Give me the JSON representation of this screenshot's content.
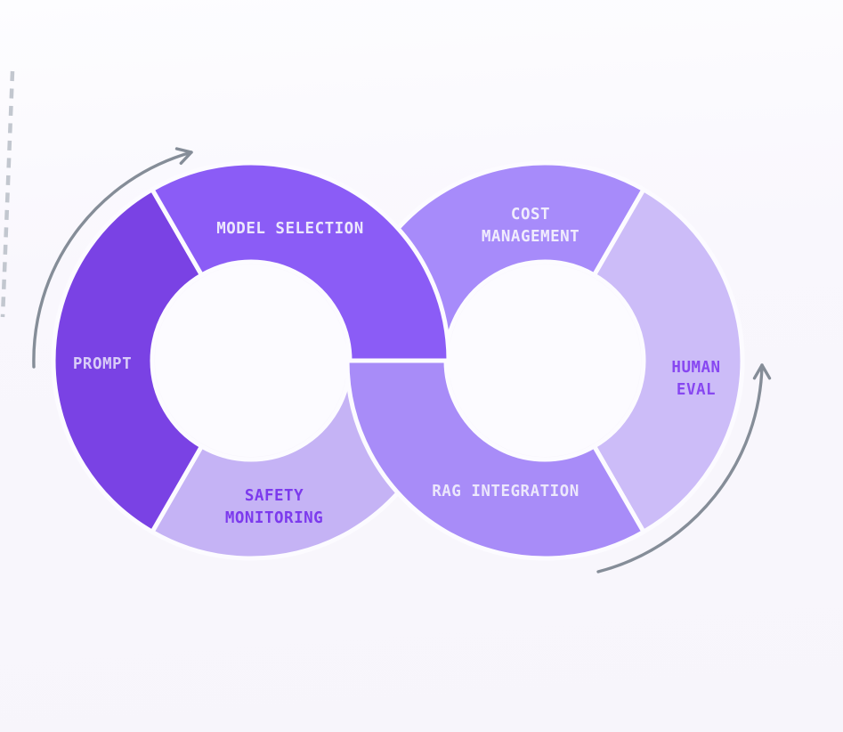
{
  "diagram": {
    "type": "infinity-loop-cycle",
    "left_loop": {
      "segments": [
        {
          "id": "prompt",
          "lines": [
            "PROMPT"
          ],
          "fill": "#7a42e4",
          "text_color": "#d9ccf8"
        },
        {
          "id": "model-selection",
          "lines": [
            "MODEL SELECTION"
          ],
          "fill": "#8b5cf6",
          "text_color": "#ece7fc"
        },
        {
          "id": "safety-monitoring",
          "lines": [
            "SAFETY",
            "MONITORING"
          ],
          "fill": "#c5b3f5",
          "text_color": "#7c3aed"
        }
      ]
    },
    "right_loop": {
      "segments": [
        {
          "id": "cost-management",
          "lines": [
            "COST",
            "MANAGEMENT"
          ],
          "fill": "#a78bfa",
          "text_color": "#f0ecfd"
        },
        {
          "id": "human-eval",
          "lines": [
            "HUMAN",
            "EVAL"
          ],
          "fill": "#ccbcf8",
          "text_color": "#8747f1"
        },
        {
          "id": "rag-integration",
          "lines": [
            "RAG INTEGRATION"
          ],
          "fill": "#a88cf8",
          "text_color": "#ece7fc"
        }
      ]
    },
    "annotations": {
      "arrow_color": "#858d98",
      "dashed_line_color": "#b4bac3",
      "divider_color": "#fcfbff",
      "hole_color": "#fcfbff",
      "background_top": "#fdfdff",
      "background_bottom": "#f7f5fb"
    }
  }
}
